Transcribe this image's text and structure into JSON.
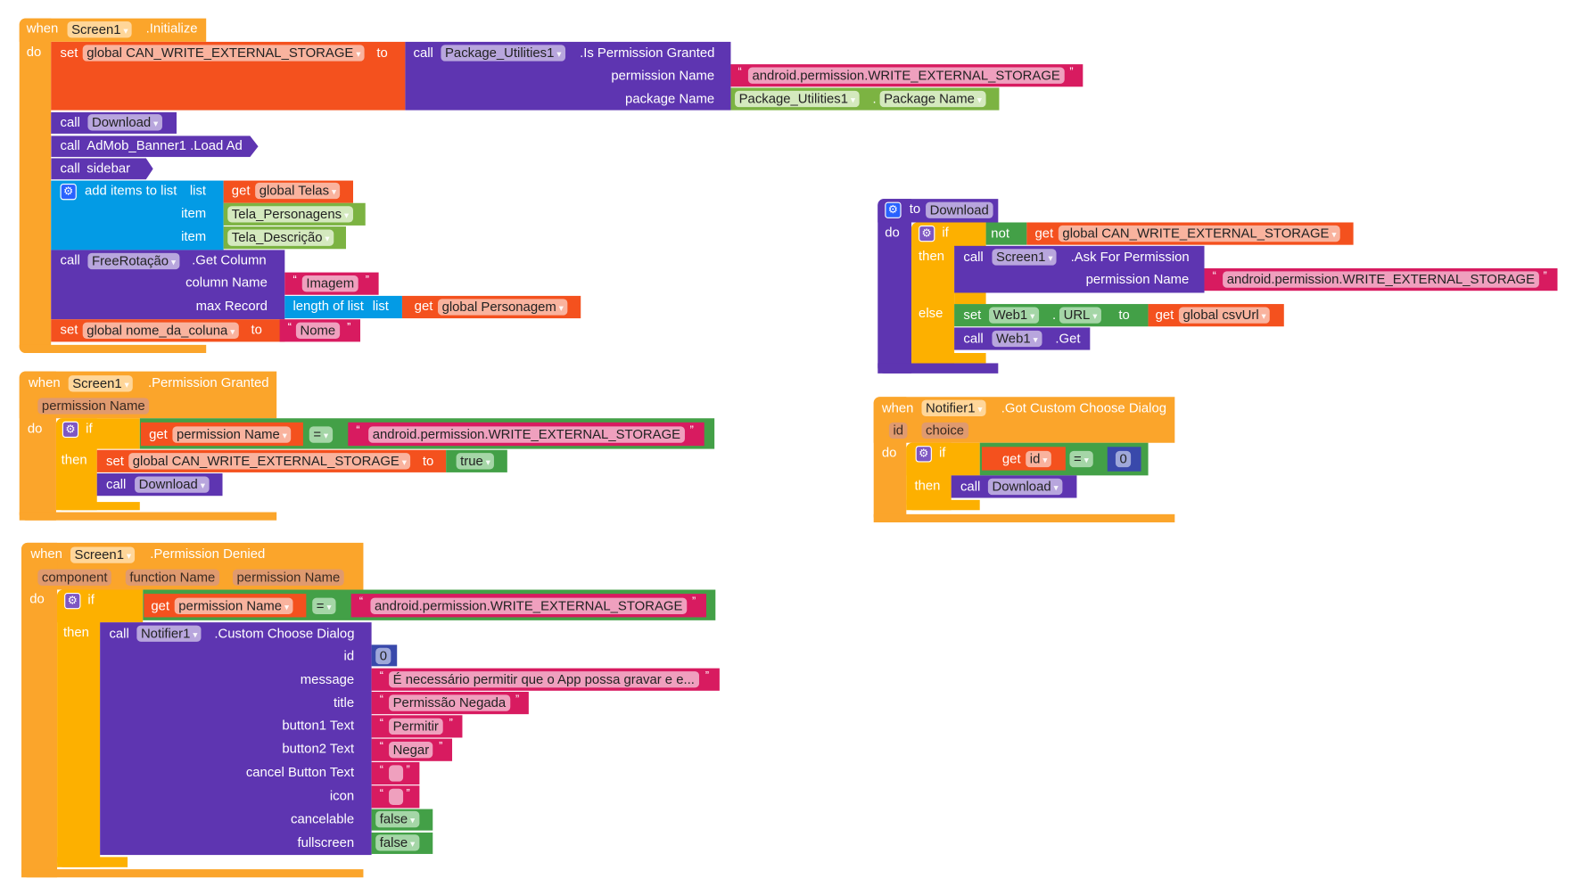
{
  "kw": {
    "when": "when",
    "do": "do",
    "call": "call",
    "set": "set",
    "get": "get",
    "to": "to",
    "if": "if",
    "then": "then",
    "else": "else",
    "not": "not",
    "item": "item",
    "list": "list",
    "dot": ".",
    "eq": "="
  },
  "init": {
    "component": "Screen1",
    "event": ".Initialize",
    "set_var": "global CAN_WRITE_EXTERNAL_STORAGE",
    "pkg_component": "Package_Utilities1",
    "pkg_method": ".Is Permission Granted",
    "arg_permission": "permission Name",
    "arg_package": "package Name",
    "permission_text": "android.permission.WRITE_EXTERNAL_STORAGE",
    "pkg_prop_component": "Package_Utilities1",
    "pkg_prop": "Package Name",
    "call_download": "Download",
    "admob": "AdMob_Banner1 .Load Ad",
    "sidebar": "sidebar",
    "add_items": "add items to list",
    "get_telas": "global Telas",
    "item1": "Tela_Personagens",
    "item2": "Tela_Descrição",
    "free_component": "FreeRotação",
    "free_method": ".Get Column",
    "arg_column": "column Name",
    "arg_max": "max Record",
    "column_text": "Imagem",
    "length_of_list": "length of list",
    "get_personagem": "global Personagem",
    "set_nome": "global nome_da_coluna",
    "nome_text": "Nome"
  },
  "granted": {
    "component": "Screen1",
    "event": ".Permission Granted",
    "param": "permission Name",
    "get_param": "permission Name",
    "permission_text": "android.permission.WRITE_EXTERNAL_STORAGE",
    "set_var": "global CAN_WRITE_EXTERNAL_STORAGE",
    "true_value": "true",
    "call_download": "Download"
  },
  "denied": {
    "component": "Screen1",
    "event": ".Permission Denied",
    "params": [
      "component",
      "function Name",
      "permission Name"
    ],
    "get_param": "permission Name",
    "permission_text": "android.permission.WRITE_EXTERNAL_STORAGE",
    "notifier": "Notifier1",
    "method": ".Custom Choose Dialog",
    "args": [
      "id",
      "message",
      "title",
      "button1 Text",
      "button2 Text",
      "cancel Button Text",
      "icon",
      "cancelable",
      "fullscreen"
    ],
    "id_value": "0",
    "message": "É necessário permitir que o App possa gravar e e...",
    "title": "Permissão Negada",
    "button1": "Permitir",
    "button2": "Negar",
    "cancel_text": "",
    "icon_text": "",
    "cancelable": "false",
    "fullscreen": "false"
  },
  "download_proc": {
    "name": "Download",
    "get_var": "global CAN_WRITE_EXTERNAL_STORAGE",
    "ask_component": "Screen1",
    "ask_method": ".Ask For Permission",
    "arg_permission": "permission Name",
    "permission_text": "android.permission.WRITE_EXTERNAL_STORAGE",
    "web_component": "Web1",
    "web_prop": "URL",
    "get_csv": "global csvUrl",
    "web_get_component": "Web1",
    "web_get": ".Get"
  },
  "choose_dialog": {
    "component": "Notifier1",
    "event": ".Got Custom Choose Dialog",
    "params": [
      "id",
      "choice"
    ],
    "get_id": "id",
    "zero": "0",
    "call_download": "Download"
  }
}
